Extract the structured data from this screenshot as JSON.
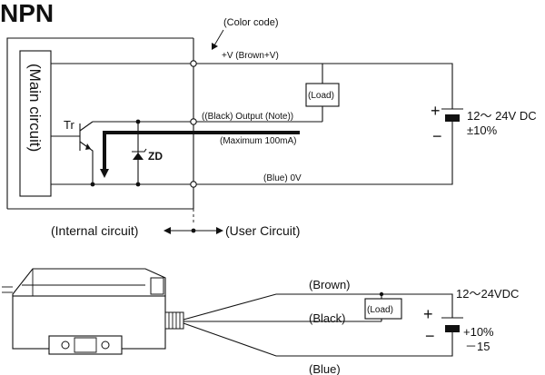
{
  "title": "NPN",
  "color_code_label": "(Color code)",
  "main_circuit_label": "(Main circuit)",
  "transistor_label": "Tr",
  "zener_label": "ZD",
  "brown_wire_label": "+V (Brown+V)",
  "black_wire_label": "((Black) Output (Note))",
  "max_current_label": "(Maximum 100mA)",
  "blue_wire_label": "(Blue) 0V",
  "load_label": "(Load)",
  "supply_label": "12～ 24V DC",
  "supply_tolerance": "±10%",
  "plus_sign": "+",
  "minus_sign": "−",
  "internal_circuit_label": "(Internal circuit)",
  "user_circuit_label": "(User Circuit)",
  "bottom": {
    "brown_label": "(Brown)",
    "black_label": "(Black)",
    "blue_label": "(Blue)",
    "load_label": "(Load)",
    "supply_label": "12～24VDC",
    "tolerance_plus": "+10%",
    "tolerance_minus": "－15",
    "plus_sign": "+",
    "minus_sign": "−"
  }
}
